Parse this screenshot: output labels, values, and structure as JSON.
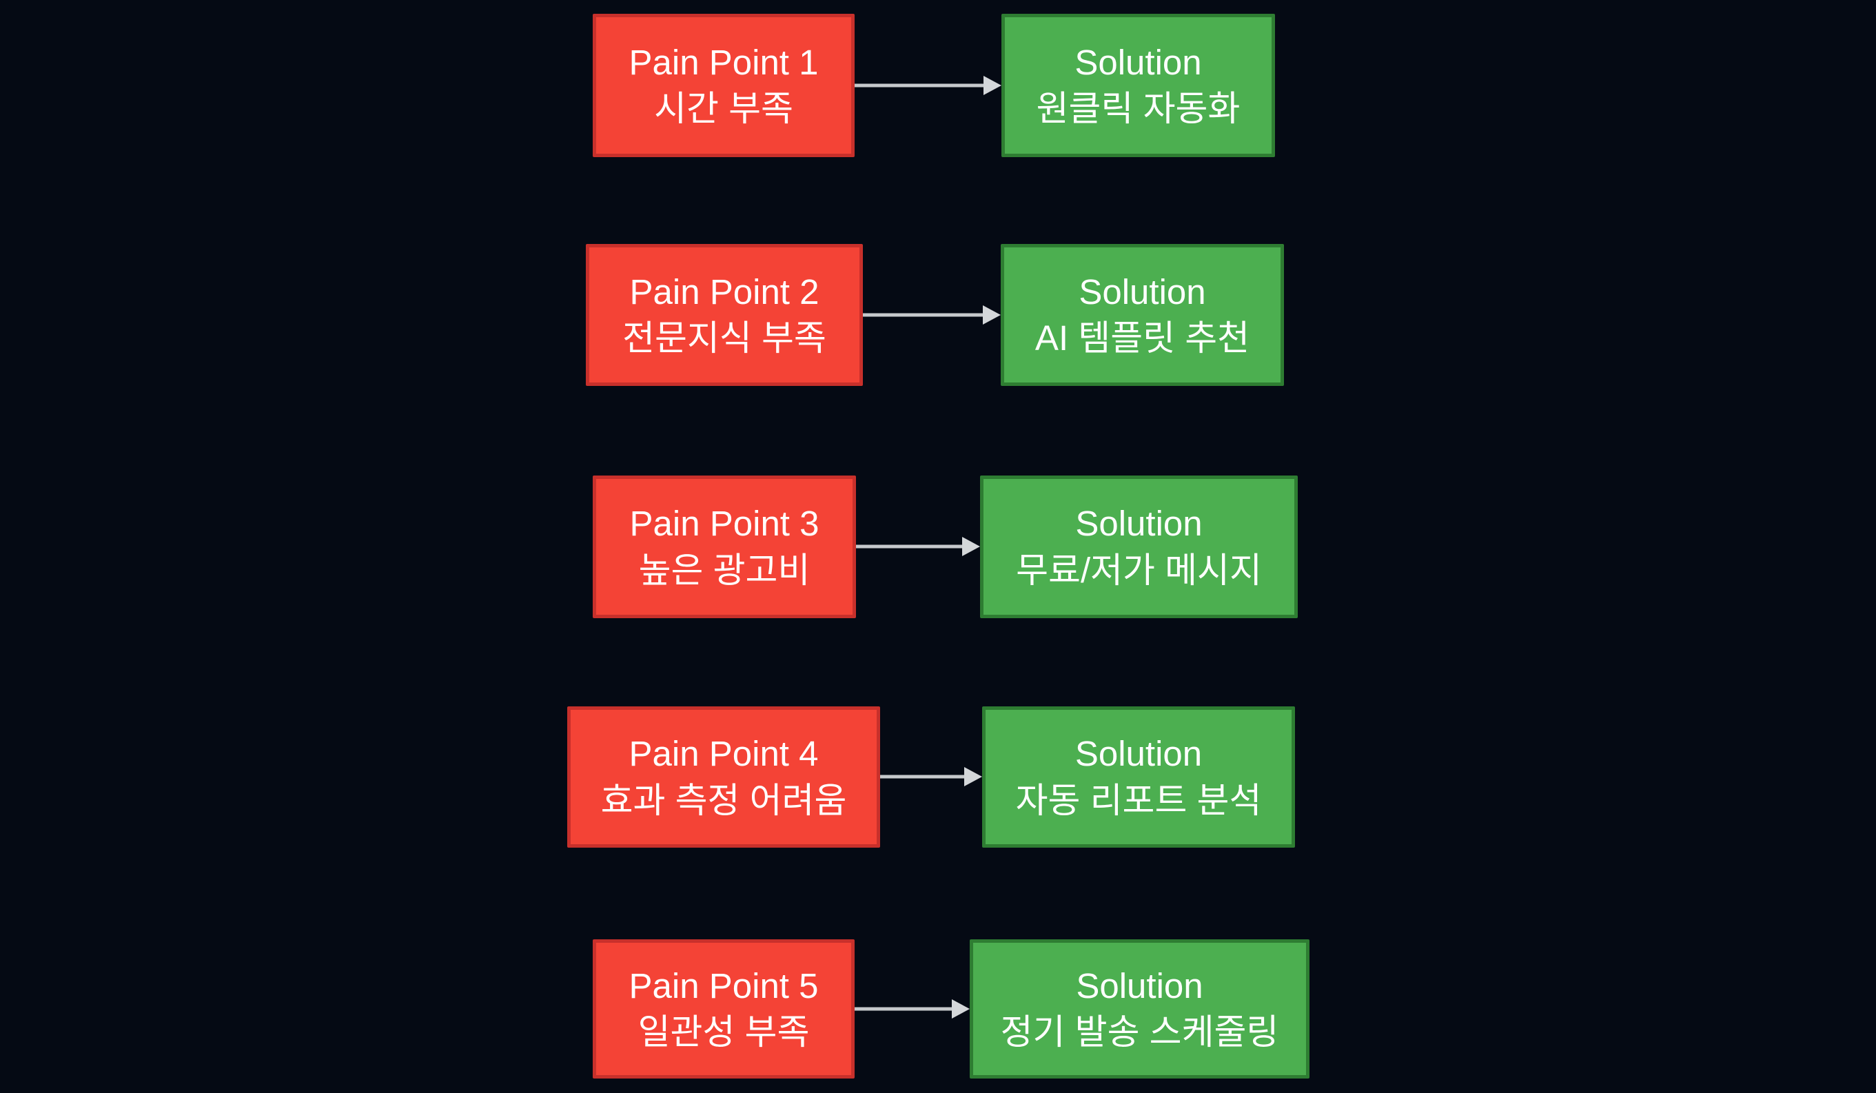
{
  "colors": {
    "background": "#050a14",
    "pain_fill": "#f44336",
    "pain_border": "#c8302b",
    "solution_fill": "#4caf50",
    "solution_border": "#2e7d32",
    "arrow_line": "#c6c9cc",
    "arrow_head": "#d4d7da",
    "box_text": "#ffffff"
  },
  "rows": [
    {
      "pain": {
        "title": "Pain Point 1",
        "subtitle": "시간 부족"
      },
      "solution": {
        "title": "Solution",
        "subtitle": "원클릭 자동화"
      }
    },
    {
      "pain": {
        "title": "Pain Point 2",
        "subtitle": "전문지식 부족"
      },
      "solution": {
        "title": "Solution",
        "subtitle": "AI 템플릿 추천"
      }
    },
    {
      "pain": {
        "title": "Pain Point 3",
        "subtitle": "높은 광고비"
      },
      "solution": {
        "title": "Solution",
        "subtitle": "무료/저가 메시지"
      }
    },
    {
      "pain": {
        "title": "Pain Point 4",
        "subtitle": "효과 측정 어려움"
      },
      "solution": {
        "title": "Solution",
        "subtitle": "자동 리포트 분석"
      }
    },
    {
      "pain": {
        "title": "Pain Point 5",
        "subtitle": "일관성 부족"
      },
      "solution": {
        "title": "Solution",
        "subtitle": "정기 발송 스케줄링"
      }
    }
  ]
}
